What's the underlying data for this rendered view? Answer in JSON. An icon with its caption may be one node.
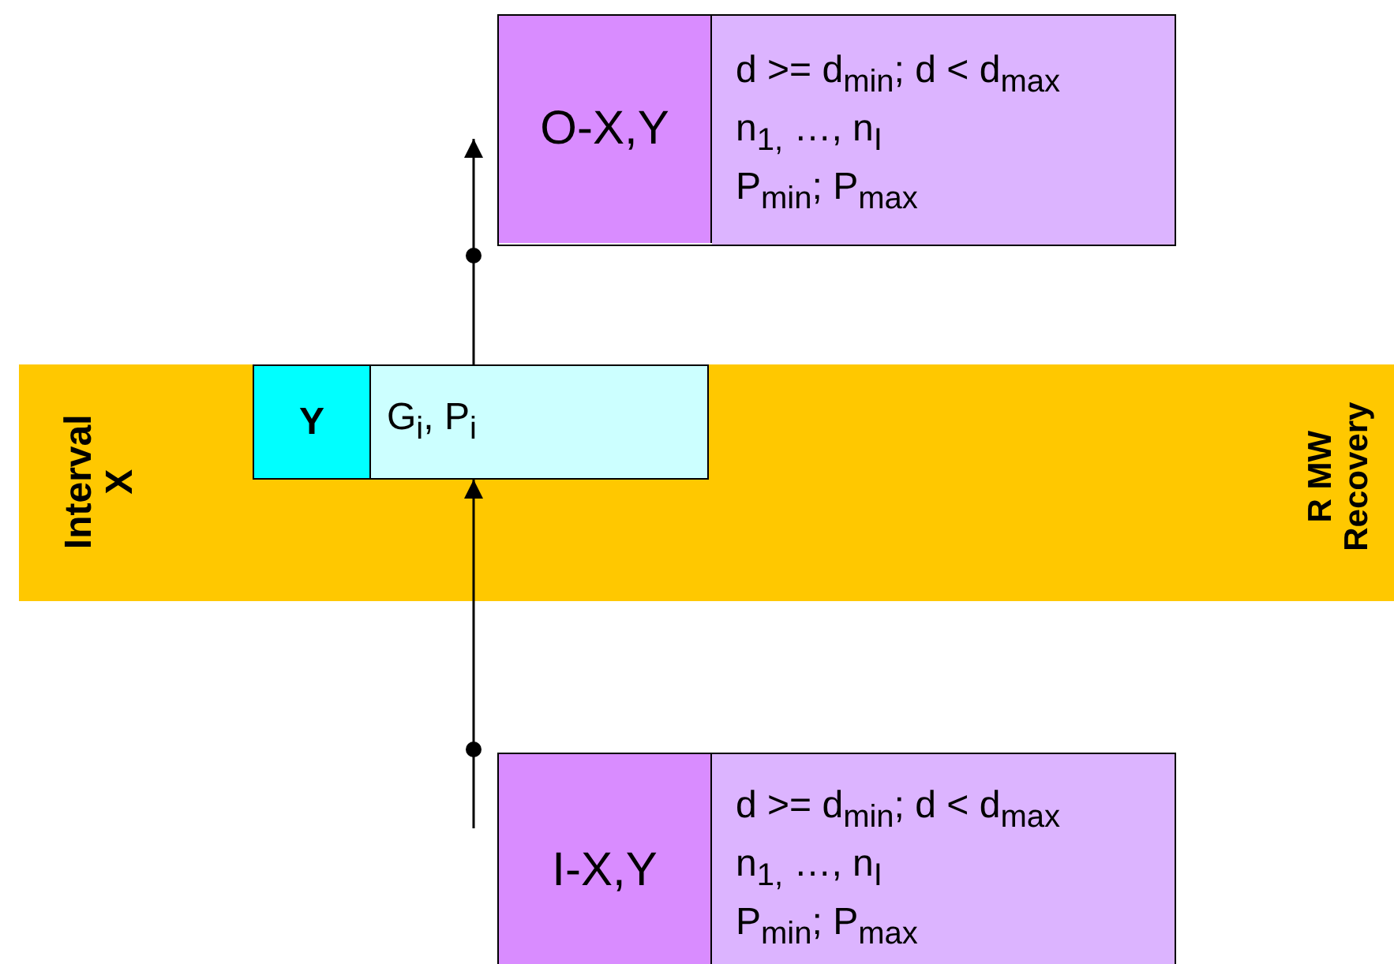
{
  "diagram": {
    "nodes": [
      {
        "text": [
          "Interval X",
          "R MW Recovery"
        ]
      },
      {
        "text": [
          "Y"
        ],
        "in": 0
      },
      {
        "text": [
          "G$_{i}$, P$_{i}$"
        ],
        "in": 0
      },
      {
        "text": [
          "O-X,Y",
          "d >= d$_{min}$; d < d$_{max}$",
          "n$_{1,}$ …, n$_{I}$",
          "P$_{min}$; P$_{max}$"
        ]
      },
      {
        "text": [
          "I-X,Y",
          "d >= d$_{min}$; d < d$_{max}$",
          "n$_{1,}$ …, n$_{I}$",
          "P$_{min}$; P$_{max}$"
        ]
      }
    ],
    "edges": [
      {
        "from": 2,
        "to": 3,
        "arrow": "to"
      },
      {
        "from": 4,
        "to": 2,
        "arrow": "to"
      }
    ]
  }
}
